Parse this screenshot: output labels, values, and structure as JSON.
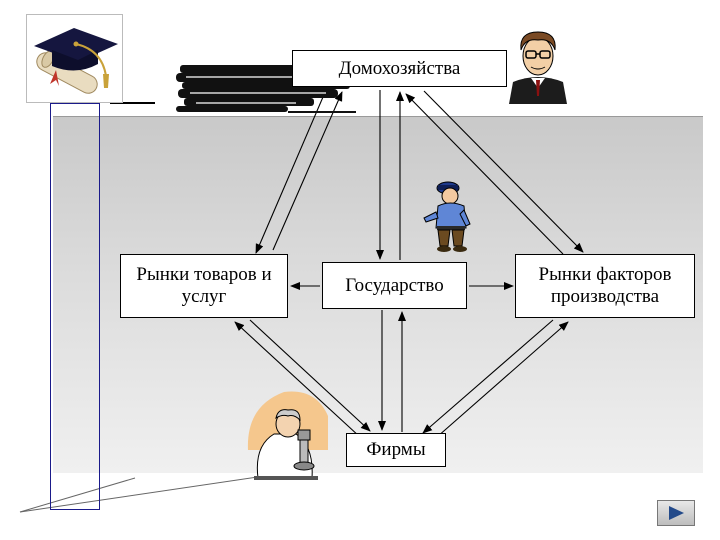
{
  "nodes": {
    "households": "Домохозяйства",
    "goods_market": "Рынки товаров и услуг",
    "state": "Государство",
    "factor_market": "Рынки факторов производства",
    "firms": "Фирмы"
  },
  "icons": {
    "top_left": "graduation-cap-diploma-icon",
    "top_right": "businessman-icon",
    "center": "policeman-icon",
    "bottom_left": "scientist-icon",
    "nav": "next-slide-arrow-icon"
  },
  "colors": {
    "panel": "#d4d4d4",
    "frame": "#1a1a8a",
    "arrow": "#000000"
  }
}
